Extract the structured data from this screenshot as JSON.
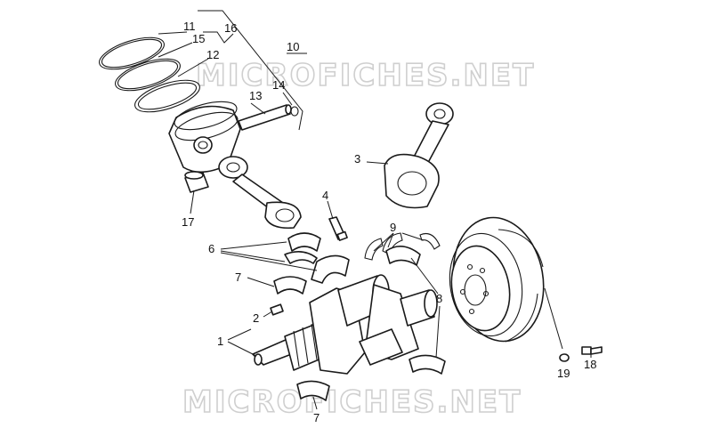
{
  "watermark": {
    "text": "MICROFICHES.NET"
  },
  "callouts": [
    "1",
    "2",
    "3",
    "4",
    "6",
    "7",
    "7",
    "8",
    "9",
    "10",
    "11",
    "12",
    "13",
    "14",
    "15",
    "16",
    "17",
    "18",
    "19"
  ]
}
